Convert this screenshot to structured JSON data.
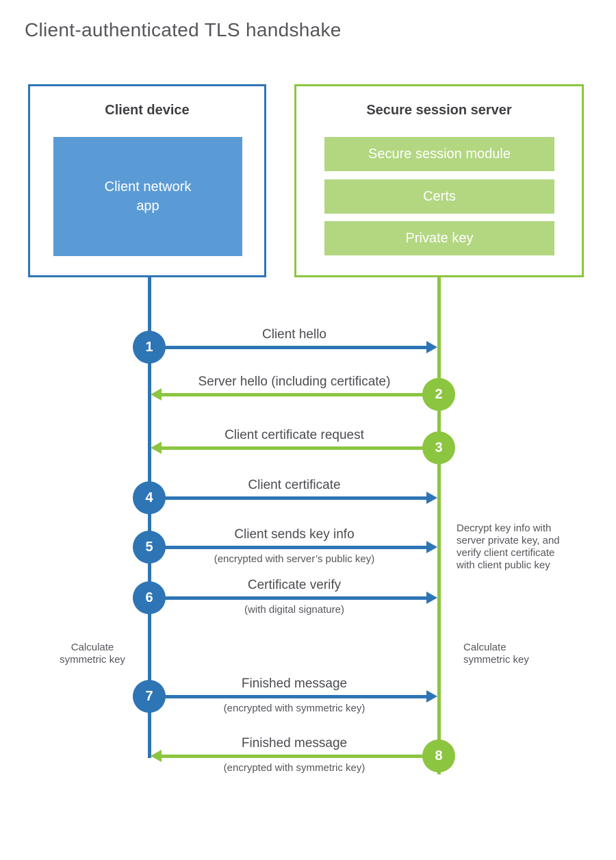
{
  "title": "Client-authenticated TLS handshake",
  "colors": {
    "blue": "#2e75b6",
    "blue_light": "#5b9bd5",
    "green": "#8cc540",
    "green_light": "#b2d780",
    "text_gray": "#54565b"
  },
  "client": {
    "title": "Client device",
    "app": "Client network\napp"
  },
  "server": {
    "title": "Secure session server",
    "modules": [
      "Secure session module",
      "Certs",
      "Private key"
    ]
  },
  "messages": [
    {
      "step": "1",
      "from": "client",
      "direction": "right",
      "label": "Client hello",
      "sub": ""
    },
    {
      "step": "2",
      "from": "server",
      "direction": "left",
      "label": "Server hello (including certificate)",
      "sub": ""
    },
    {
      "step": "3",
      "from": "server",
      "direction": "left",
      "label": "Client certificate request",
      "sub": ""
    },
    {
      "step": "4",
      "from": "client",
      "direction": "right",
      "label": "Client certificate",
      "sub": ""
    },
    {
      "step": "5",
      "from": "client",
      "direction": "right",
      "label": "Client sends key info",
      "sub": "(encrypted with server’s public key)"
    },
    {
      "step": "6",
      "from": "client",
      "direction": "right",
      "label": "Certificate verify",
      "sub": "(with digital signature)"
    },
    {
      "step": "7",
      "from": "client",
      "direction": "right",
      "label": "Finished message",
      "sub": "(encrypted with symmetric key)"
    },
    {
      "step": "8",
      "from": "server",
      "direction": "left",
      "label": "Finished message",
      "sub": "(encrypted with symmetric key)"
    }
  ],
  "notes": {
    "decrypt": "Decrypt key info with\nserver private key, and\nverify client certificate\nwith client public key",
    "calc_left": "Calculate\nsymmetric key",
    "calc_right": "Calculate\nsymmetric key"
  }
}
